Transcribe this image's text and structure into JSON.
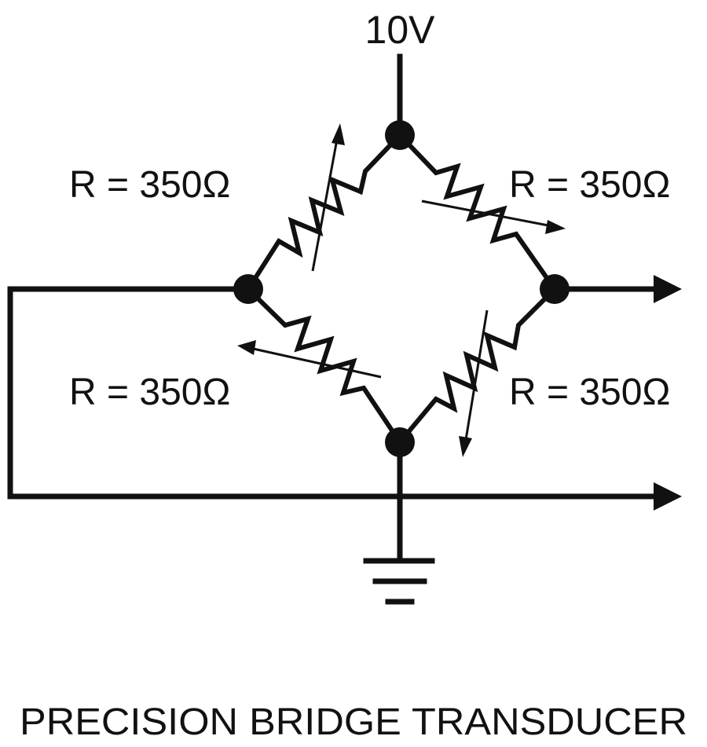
{
  "supply_label": "10V",
  "resistors": {
    "top_left": "R = 350Ω",
    "top_right": "R = 350Ω",
    "bottom_left": "R = 350Ω",
    "bottom_right": "R = 350Ω"
  },
  "caption": "PRECISION BRIDGE TRANSDUCER",
  "colors": {
    "ink": "#111111",
    "background": "#ffffff"
  },
  "icons": [
    "ground-icon",
    "arrow-right-icon",
    "variable-resistor-icon"
  ]
}
